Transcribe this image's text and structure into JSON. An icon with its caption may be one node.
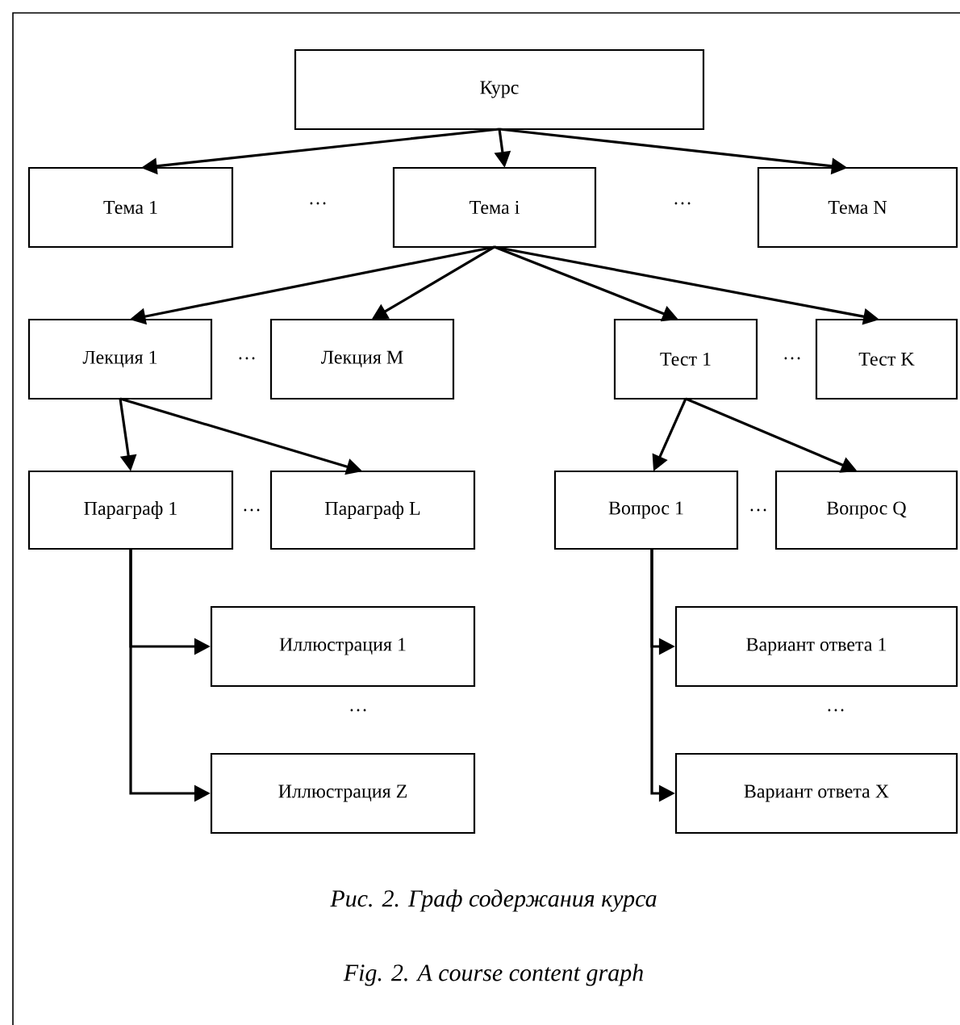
{
  "diagram": {
    "caption": "Рис. 2. Граф содержания курса",
    "nodes": [
      {
        "text": [
          "Курс"
        ]
      },
      {
        "text": [
          "Тема 1"
        ]
      },
      {
        "text": [
          "Тема i"
        ]
      },
      {
        "text": [
          "Тема N"
        ]
      },
      {
        "text": [
          "Лекция 1"
        ]
      },
      {
        "text": [
          "Лекция M"
        ]
      },
      {
        "text": [
          "Тест 1"
        ]
      },
      {
        "text": [
          "Тест K"
        ]
      },
      {
        "text": [
          "Параграф 1"
        ]
      },
      {
        "text": [
          "Параграф L"
        ]
      },
      {
        "text": [
          "Вопрос 1"
        ]
      },
      {
        "text": [
          "Вопрос Q"
        ]
      },
      {
        "text": [
          "Иллюстрация 1"
        ]
      },
      {
        "text": [
          "Иллюстрация Z"
        ]
      },
      {
        "text": [
          "Вариант ответа 1"
        ]
      },
      {
        "text": [
          "Вариант ответа X"
        ]
      }
    ],
    "edges": [
      {
        "from": 0,
        "to": 1,
        "arrow": "to"
      },
      {
        "from": 0,
        "to": 2,
        "arrow": "to"
      },
      {
        "from": 0,
        "to": 3,
        "arrow": "to"
      },
      {
        "from": 2,
        "to": 4,
        "arrow": "to"
      },
      {
        "from": 2,
        "to": 5,
        "arrow": "to"
      },
      {
        "from": 2,
        "to": 6,
        "arrow": "to"
      },
      {
        "from": 2,
        "to": 7,
        "arrow": "to"
      },
      {
        "from": 4,
        "to": 8,
        "arrow": "to"
      },
      {
        "from": 4,
        "to": 9,
        "arrow": "to"
      },
      {
        "from": 6,
        "to": 10,
        "arrow": "to"
      },
      {
        "from": 6,
        "to": 11,
        "arrow": "to"
      },
      {
        "from": 8,
        "to": 12,
        "arrow": "to"
      },
      {
        "from": 8,
        "to": 13,
        "arrow": "to"
      },
      {
        "from": 10,
        "to": 14,
        "arrow": "to"
      },
      {
        "from": 10,
        "to": 15,
        "arrow": "to"
      }
    ],
    "labels": [
      "…",
      "…",
      "…",
      "…",
      "…",
      "…",
      "…",
      "…",
      "Fig. 2. A course content graph"
    ]
  }
}
